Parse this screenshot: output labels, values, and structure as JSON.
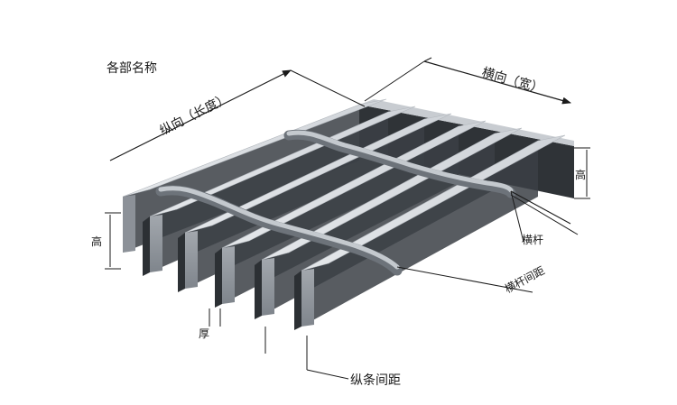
{
  "title": "各部名称",
  "labels": {
    "longitudinal": "纵向（长度）",
    "transverse": "横向（宽）",
    "height_right": "高",
    "height_left": "高",
    "cross_bar": "横杆",
    "cross_bar_spacing": "横杆间距",
    "thickness": "厚",
    "bearing_bar_spacing": "纵条间距"
  },
  "colors": {
    "bar_top": "#d9dce0",
    "bar_front": "#8e9399",
    "bar_dark": "#3f4348",
    "cross_bar": "#b9bec4",
    "line": "#1a1a1a"
  }
}
